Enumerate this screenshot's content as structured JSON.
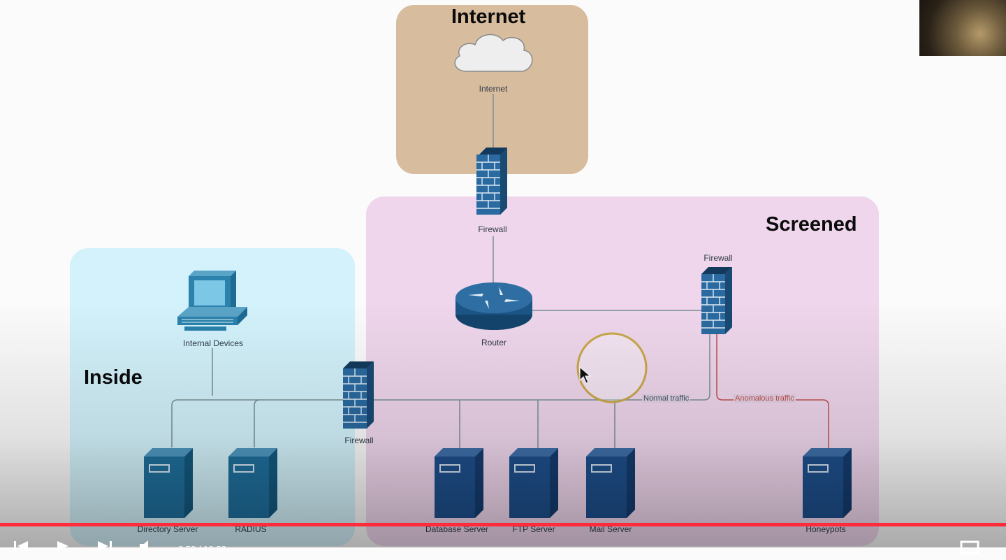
{
  "zones": {
    "internet_title": "Internet",
    "screened_title": "Screened",
    "inside_title": "Inside"
  },
  "nodes": {
    "cloud": "Internet",
    "firewall_top": "Firewall",
    "router": "Router",
    "firewall_right": "Firewall",
    "firewall_mid": "Firewall",
    "internal_devices": "Internal Devices",
    "directory_server": "Directory Server",
    "radius": "RADIUS",
    "database_server": "Database Server",
    "ftp_server": "FTP Server",
    "mail_server": "Mail Server",
    "honeypots": "Honeypots"
  },
  "edges": {
    "normal": "Normal traffic",
    "anomalous": "Anomalous traffic"
  },
  "player": {
    "time": "0:50 / 10:22",
    "progress_fraction": 1.0
  },
  "colors": {
    "internet_zone": "#d7bd9e",
    "screened_zone": "#efd6ec",
    "inside_zone": "#d3f2fb",
    "device_blue": "#1f5d8c",
    "anomalous": "#c0504d",
    "progress": "#ff2a3a"
  },
  "icons": [
    "cloud-icon",
    "firewall-icon",
    "router-icon",
    "computer-icon",
    "server-icon",
    "cursor-icon"
  ]
}
